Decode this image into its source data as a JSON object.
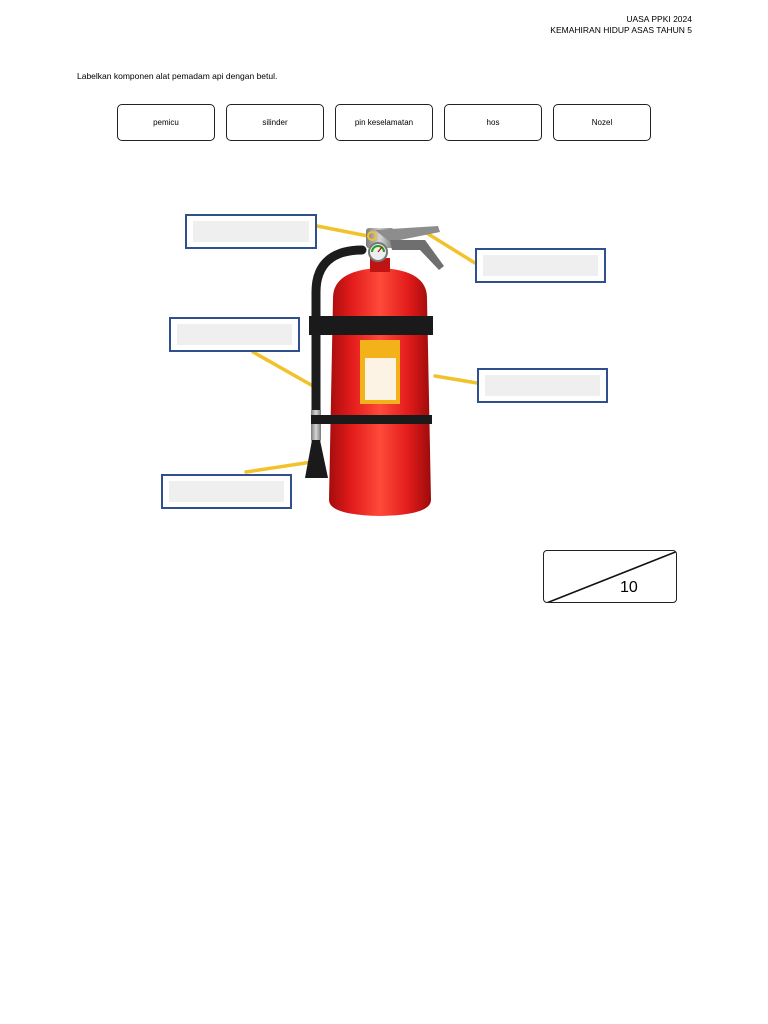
{
  "header": {
    "line1": "UASA PPKI 2024",
    "line2": "KEMAHIRAN HIDUP ASAS TAHUN 5"
  },
  "instruction": "Labelkan komponen alat pemadam api dengan betul.",
  "word_bank": [
    "pemicu",
    "silinder",
    "pin keselamatan",
    "hos",
    "Nozel"
  ],
  "score_box": {
    "total": "10"
  },
  "colors": {
    "answer_border": "#2f4f8f",
    "leader_line": "#f2c22b",
    "extinguisher_red": "#e21b1b",
    "band_black": "#1a1a1a"
  }
}
